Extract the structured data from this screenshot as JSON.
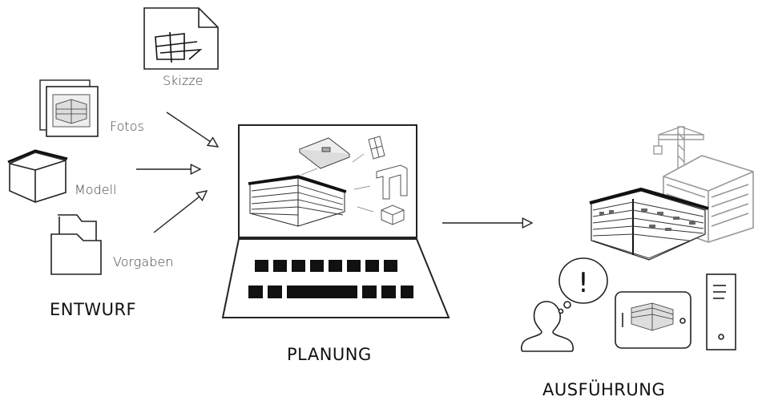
{
  "inputs": {
    "sketch_label": "Skizze",
    "photos_label": "Fotos",
    "model_label": "Modell",
    "requirements_label": "Vorgaben"
  },
  "stages": {
    "design_label": "ENTWURF",
    "planning_label": "PLANUNG",
    "execution_label": "AUSFÜHRUNG"
  },
  "phone_alert": "!"
}
